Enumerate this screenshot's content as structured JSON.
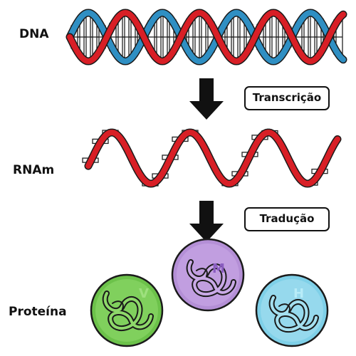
{
  "labels": {
    "dna": "DNA",
    "rna": "RNAm",
    "protein": "Proteína"
  },
  "steps": {
    "transcription": "Transcrição",
    "translation": "Tradução"
  },
  "proteins": [
    {
      "letter": "V",
      "color": "#6cc24a"
    },
    {
      "letter": "M",
      "color": "#b48fd6"
    },
    {
      "letter": "H",
      "color": "#7fd0e8"
    }
  ],
  "colors": {
    "strand_red": "#d81f26",
    "strand_blue": "#2f8fc3",
    "outline": "#1a1a1a",
    "arrow": "#111111"
  }
}
